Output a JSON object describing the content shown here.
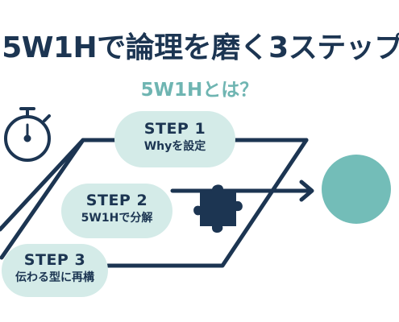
{
  "title": "5W1Hで論理を磨く3ステップ",
  "subtitle": "5W1Hとは？",
  "steps": [
    {
      "label": "STEP 1",
      "desc": "Whyを設定"
    },
    {
      "label": "STEP 2",
      "desc": "5W1Hで分解"
    },
    {
      "label": "STEP 3",
      "desc": "伝わる型に再構"
    }
  ],
  "colors": {
    "navy": "#1c3552",
    "teal": "#6fb5b2",
    "pill": "#d4ebe8",
    "circle": "#73bdb8"
  },
  "icons": [
    "stopwatch-icon",
    "puzzle-piece-icon",
    "arrow-right-icon"
  ]
}
